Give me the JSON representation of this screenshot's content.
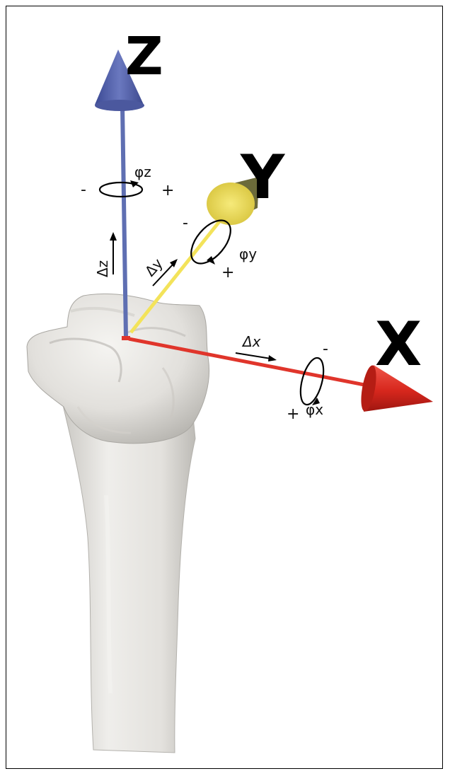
{
  "axes": {
    "z": {
      "label": "Z",
      "translation_label": "Δz",
      "rotation_label": "φz",
      "rotation_minus": "-",
      "rotation_plus": "+",
      "color": "#5f6fb2"
    },
    "y": {
      "label": "Y",
      "translation_label": "Δy",
      "rotation_label": "φy",
      "rotation_minus": "-",
      "rotation_plus": "+",
      "color": "#f3e35a"
    },
    "x": {
      "label": "X",
      "translation_label": "Δx",
      "rotation_label": "φx",
      "rotation_minus": "-",
      "rotation_plus": "+",
      "color": "#e0352b"
    }
  },
  "bone": {
    "name": "bone-model",
    "color": "#e7e5e1"
  }
}
